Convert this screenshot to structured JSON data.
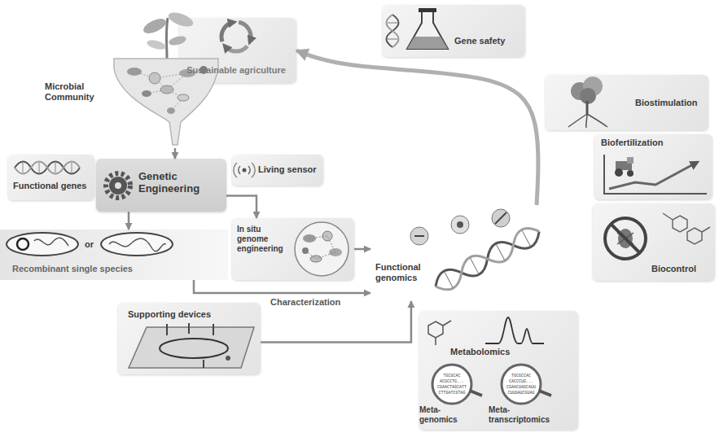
{
  "diagram": {
    "nodes": [
      {
        "text": [
          "Sustainable agriculture"
        ]
      },
      {
        "text": [
          "Gene safety"
        ]
      },
      {
        "text": [
          "Biostimulation"
        ]
      },
      {
        "text": [
          "Biofertilization"
        ]
      },
      {
        "text": [
          "Biocontrol"
        ]
      },
      {
        "text": [
          "Microbial Community"
        ]
      },
      {
        "text": [
          "Functional genes"
        ]
      },
      {
        "text": [
          "Living sensor"
        ]
      },
      {
        "text": [
          "Genetic Engineering"
        ]
      },
      {
        "text": [
          "Recombinant single species"
        ]
      },
      {
        "text": [
          "In situ genome engineering"
        ]
      },
      {
        "text": [
          "Supporting devices"
        ]
      },
      {
        "text": [
          "Functional genomics"
        ]
      },
      {
        "text": [
          "Metabolomics"
        ]
      },
      {
        "text": [
          "Meta- genomics"
        ],
        "in": 13
      },
      {
        "text": [
          "Meta- transcriptomics"
        ],
        "in": 13
      }
    ],
    "edges": [
      {
        "from": 5,
        "to": 8,
        "arrow": "to"
      },
      {
        "from": 8,
        "to": 9,
        "arrow": "to"
      },
      {
        "from": 8,
        "to": 10,
        "arrow": "to"
      },
      {
        "from": 9,
        "to": 12,
        "label": "Characterization",
        "arrow": "to"
      },
      {
        "from": 10,
        "to": 12,
        "arrow": "to"
      },
      {
        "from": 11,
        "to": 12,
        "arrow": "to"
      },
      {
        "from": 12,
        "to": 0,
        "arrow": "to"
      }
    ],
    "labels": [
      "or",
      "TGCGCAC",
      "ACGCCTG...",
      "CGAACTAGCATT",
      "CTTGATCGTAG",
      "TGCGCCAC",
      "CACCCUG...",
      "CGAACUAGCAUU",
      "CUUGAUCGUAG"
    ]
  }
}
